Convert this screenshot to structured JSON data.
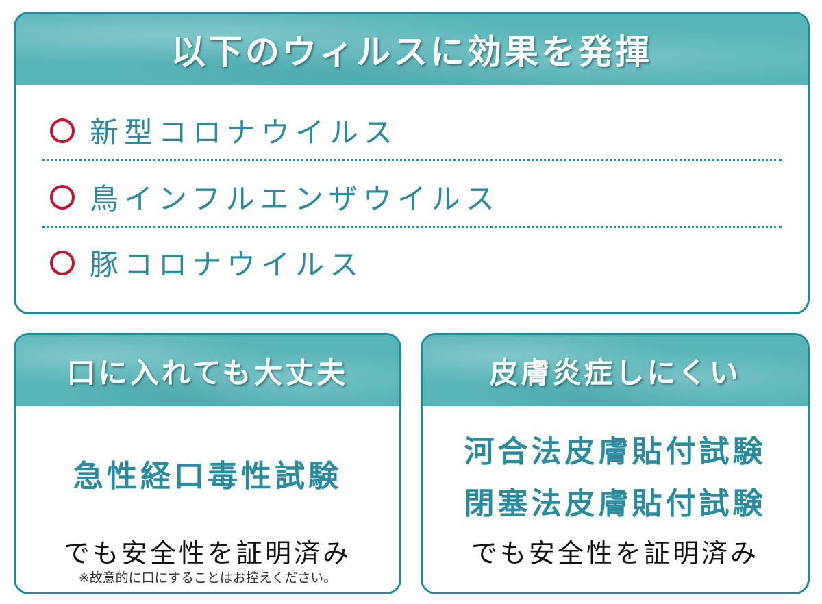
{
  "top_card": {
    "title": "以下のウィルスに効果を発揮",
    "items": [
      {
        "label": "新型コロナウイルス"
      },
      {
        "label": "鳥インフルエンザウイルス"
      },
      {
        "label": "豚コロナウイルス"
      }
    ]
  },
  "left_card": {
    "title": "口に入れても大丈夫",
    "test": "急性経口毒性試験",
    "proof": "でも安全性を証明済み",
    "note": "※故意的に口にすることはお控えください。"
  },
  "right_card": {
    "title": "皮膚炎症しにくい",
    "tests": [
      "河合法皮膚貼付試験",
      "閉塞法皮膚貼付試験"
    ],
    "proof": "でも安全性を証明済み"
  },
  "colors": {
    "accent": "#1f8a9a",
    "header": "#58b5b7",
    "text": "#2a8a9e",
    "mark": "#c8102e"
  }
}
